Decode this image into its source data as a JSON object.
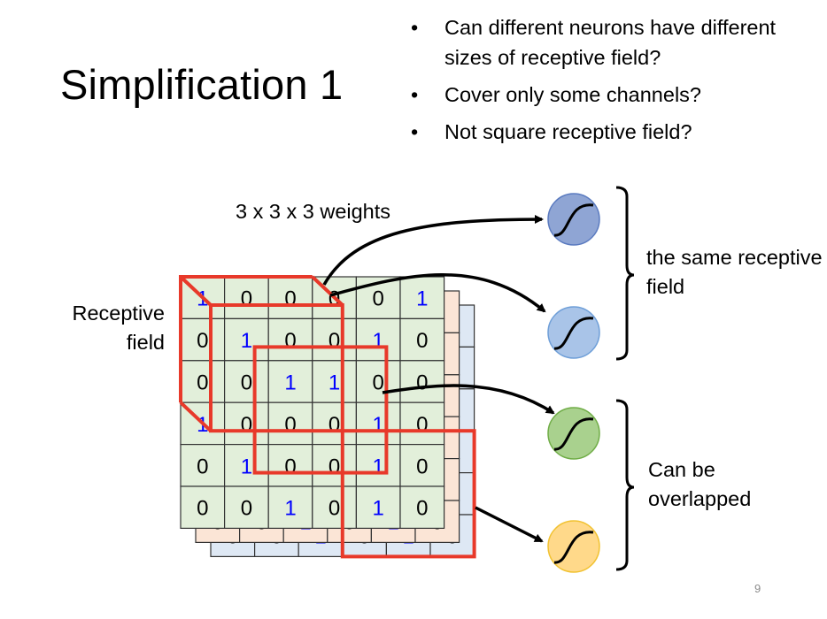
{
  "slide": {
    "title": "Simplification 1",
    "page_number": "9",
    "bullets": [
      "Can different neurons have different sizes of receptive field?",
      "Cover only some channels?",
      "Not square receptive field?"
    ]
  },
  "labels": {
    "receptive_field": "Receptive field",
    "weights": "3 x 3 x 3 weights",
    "same_receptive_field": "the same receptive field",
    "overlapped": "Can be overlapped"
  },
  "image_grid": {
    "rows": [
      [
        1,
        0,
        0,
        0,
        0,
        1
      ],
      [
        0,
        1,
        0,
        0,
        1,
        0
      ],
      [
        0,
        0,
        1,
        1,
        0,
        0
      ],
      [
        1,
        0,
        0,
        0,
        1,
        0
      ],
      [
        0,
        1,
        0,
        0,
        1,
        0
      ],
      [
        0,
        0,
        1,
        0,
        1,
        0
      ]
    ],
    "channels": 3,
    "channel_colors": [
      "#e2efda",
      "#fbe5d6",
      "#dee8f4"
    ],
    "one_color": "#0000ff",
    "zero_color": "#000000",
    "highlight_color": "#e8392a"
  },
  "receptive_fields": [
    {
      "name": "rf-top-left",
      "row": 0,
      "col": 0,
      "size": 3,
      "depth": 3
    },
    {
      "name": "rf-middle",
      "row": 1,
      "col": 1,
      "size": 3,
      "depth": 1
    },
    {
      "name": "rf-bottom-right",
      "row": 3,
      "col": 3,
      "size": 3,
      "depth": 1
    }
  ],
  "neurons": [
    {
      "name": "neuron-blue-dark",
      "fill": "#8fa5d4",
      "stroke": "#5b7bc0",
      "group": "the same receptive field"
    },
    {
      "name": "neuron-blue-light",
      "fill": "#a9c4e8",
      "stroke": "#6f9fd8",
      "group": "the same receptive field"
    },
    {
      "name": "neuron-green",
      "fill": "#a9d18e",
      "stroke": "#70ad47",
      "group": "Can be overlapped"
    },
    {
      "name": "neuron-yellow",
      "fill": "#ffd98a",
      "stroke": "#f1c232",
      "group": "Can be overlapped"
    }
  ]
}
